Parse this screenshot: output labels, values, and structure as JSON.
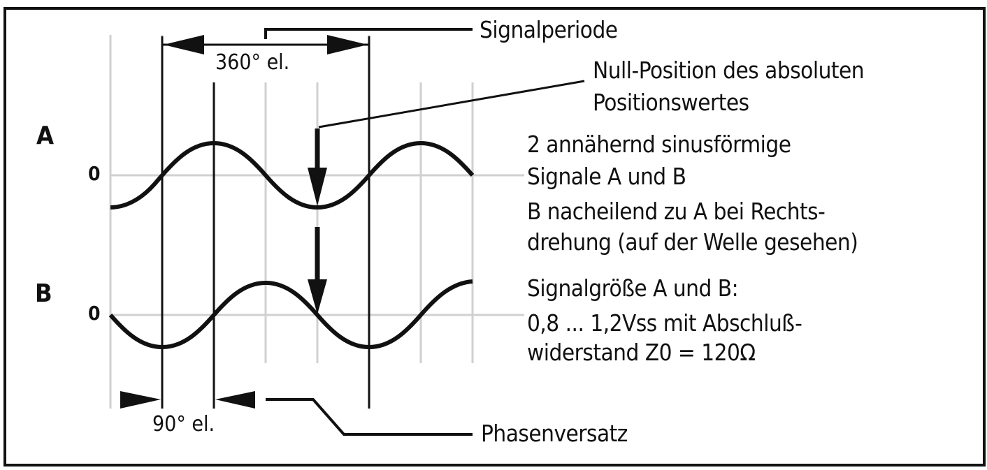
{
  "colors": {
    "ink": "#111111",
    "grid": "#d0d0d0",
    "background": "#ffffff"
  },
  "signals": {
    "a": {
      "label": "A",
      "zero_label": "0"
    },
    "b": {
      "label": "B",
      "zero_label": "0"
    }
  },
  "dimensions": {
    "period": "360° el.",
    "phase_offset": "90° el."
  },
  "callouts": {
    "signal_period": "Signalperiode",
    "null_position_line1": "Null-Position des absoluten",
    "null_position_line2": "Positionswertes",
    "phase_offset": "Phasenversatz"
  },
  "description": {
    "lines": [
      "2 annähernd sinusförmige",
      "Signale A und B",
      "B nacheilend zu A bei Rechts-",
      "drehung (auf der Welle gesehen)"
    ],
    "amplitude_lines": [
      "Signalgröße A und B:",
      "0,8 ... 1,2Vss mit Abschluß-",
      "widerstand Z0 = 120Ω"
    ]
  }
}
